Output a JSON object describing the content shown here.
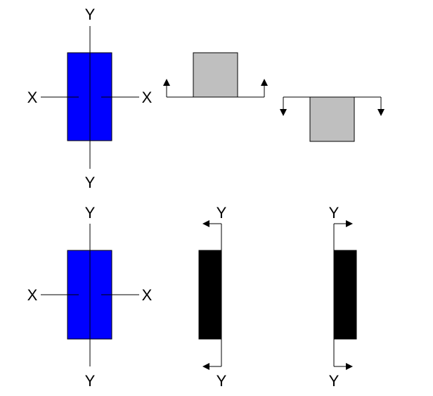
{
  "labels": {
    "x": "X",
    "y": "Y"
  },
  "colors": {
    "section_fill": "#0000ff",
    "shaded_fill": "#bfbfbf",
    "solid_fill": "#000000",
    "stroke": "#000000"
  },
  "diagrams": {
    "top_left": {
      "kind": "section-with-xx-and-yy-axes"
    },
    "top_middle": {
      "kind": "shaded-block-above-line",
      "arrows": "up"
    },
    "top_right": {
      "kind": "shaded-block-below-line",
      "arrows": "down"
    },
    "bottom_left": {
      "kind": "section-with-xx-and-yy-axes"
    },
    "bottom_middle": {
      "kind": "solid-bar-left-of-line",
      "arrows": "left"
    },
    "bottom_right": {
      "kind": "solid-bar-right-of-line",
      "arrows": "right"
    }
  }
}
